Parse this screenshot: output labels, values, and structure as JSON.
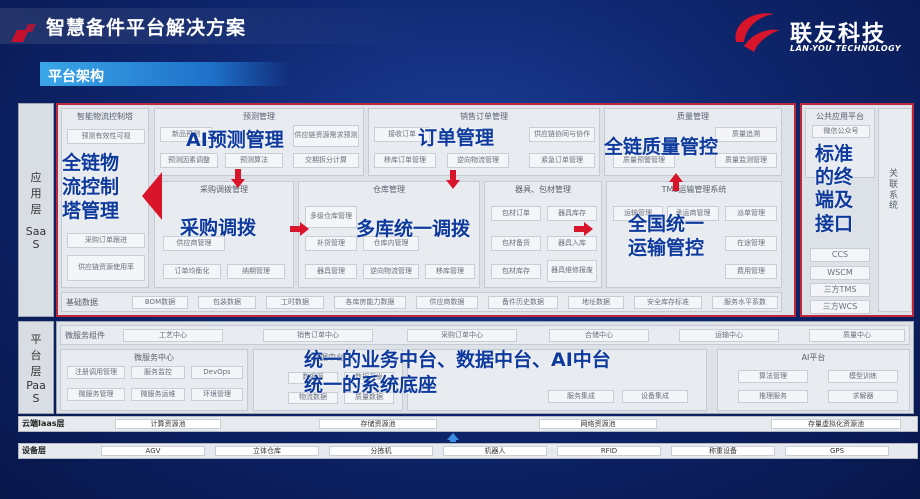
{
  "header": {
    "title": "智慧备件平台解决方案",
    "logo_cn": "联友科技",
    "logo_en": "LAN-YOU TECHNOLOGY",
    "section": "平台架构"
  },
  "layers": {
    "app_label": [
      "应",
      "用",
      "层",
      "Saa",
      "S"
    ],
    "paas_label": [
      "平",
      "台",
      "层",
      "Paa",
      "S"
    ]
  },
  "app": {
    "groups": {
      "logistics": "智能物流控制塔",
      "forecast": "预测管理",
      "order": "销售订单管理",
      "quality": "质量管理",
      "purchase": "采购调拨管理",
      "warehouse": "仓库管理",
      "packaging": "器具、包材管理",
      "tms": "TMS运输管理系统",
      "public": "公共应用平台",
      "related": "关联系统"
    },
    "cells": {
      "l1": "预测有效性可视",
      "l2": "采购订单跟进",
      "l3": "供应链资源使用率",
      "f1": "新品预测",
      "f2": "预测因素调整",
      "f3": "预测算法",
      "f4": "供应链资源需求预测",
      "f5": "交期拆分计算",
      "o1": "接收订单",
      "o2": "移库订单管理",
      "o3": "逆向物流管理",
      "o4": "供应链协同与协作",
      "o5": "紧急订单管理",
      "q1": "质量预警管理",
      "q2": "质量追溯",
      "q3": "质量监测管理",
      "p1": "供应商管理",
      "p2": "订单均衡化",
      "p3": "纳期管理",
      "w1": "多级仓库管理",
      "w2": "补货管理",
      "w3": "器具管理",
      "w4": "仓库内管理",
      "w5": "逆向物流管理",
      "w6": "移库管理",
      "k1": "包材订单",
      "k2": "器具库存",
      "k3": "包材备货",
      "k4": "器具入库",
      "k5": "包材库存",
      "k6": "器具维修报废",
      "t1": "运输管理",
      "t2": "承运商管理",
      "t3": "派单管理",
      "t4": "在途管理",
      "t5": "费用管理",
      "u1": "微信公众号",
      "s1": "CCS",
      "s2": "WSCM",
      "s3": "三方TMS",
      "s4": "三方WCS"
    },
    "base_label": "基础数据",
    "base_items": [
      "BOM数据",
      "包装数据",
      "工时数据",
      "各库房能力数据",
      "供应商数据",
      "备件历史数据",
      "地址数据",
      "安全库存标准",
      "服务水平系数"
    ]
  },
  "overlays": {
    "control_tower": [
      "全链物",
      "流控制",
      "塔管理"
    ],
    "ai_forecast": "AI预测管理",
    "order_mgmt": "订单管理",
    "quality_ctrl": "全链质量管控",
    "purchase_alloc": "采购调拨",
    "multi_wh": "多库统一调拨",
    "transport": [
      "全国统一",
      "运输管控"
    ],
    "terminal": [
      "标准",
      "的终",
      "端及",
      "接口"
    ],
    "middle_platform": [
      "统一的业务中台、数据中台、AI中台",
      "统一的系统底座"
    ]
  },
  "paas": {
    "micro_label": "微服务组件",
    "micro_items": [
      "工艺中心",
      "销售订单中心",
      "采购订单中心",
      "合储中心",
      "运输中心",
      "质量中心"
    ],
    "groups": {
      "micro": "微服务中心",
      "data": "数据中台",
      "ai": "AI平台"
    },
    "micro_cells": [
      "注册调用管理",
      "微服务管理",
      "服务监控",
      "微服务运维",
      "DevOps",
      "环境管理"
    ],
    "data_cells": [
      "数据源",
      "数据开发",
      "物流数据",
      "质量数据"
    ],
    "ai_cells": [
      "算法管理",
      "模型训练",
      "推理服务",
      "求解器"
    ],
    "mid_cells": [
      "服务集成",
      "设备集成"
    ]
  },
  "iaas": {
    "label": "云端Iaas层",
    "items": [
      "计算资源池",
      "存储资源池",
      "网络资源池",
      "存量虚拟化资源池"
    ]
  },
  "device": {
    "label": "设备层",
    "items": [
      "AGV",
      "立体仓库",
      "分拣机",
      "机器人",
      "RFID",
      "称重设备",
      "GPS"
    ]
  }
}
